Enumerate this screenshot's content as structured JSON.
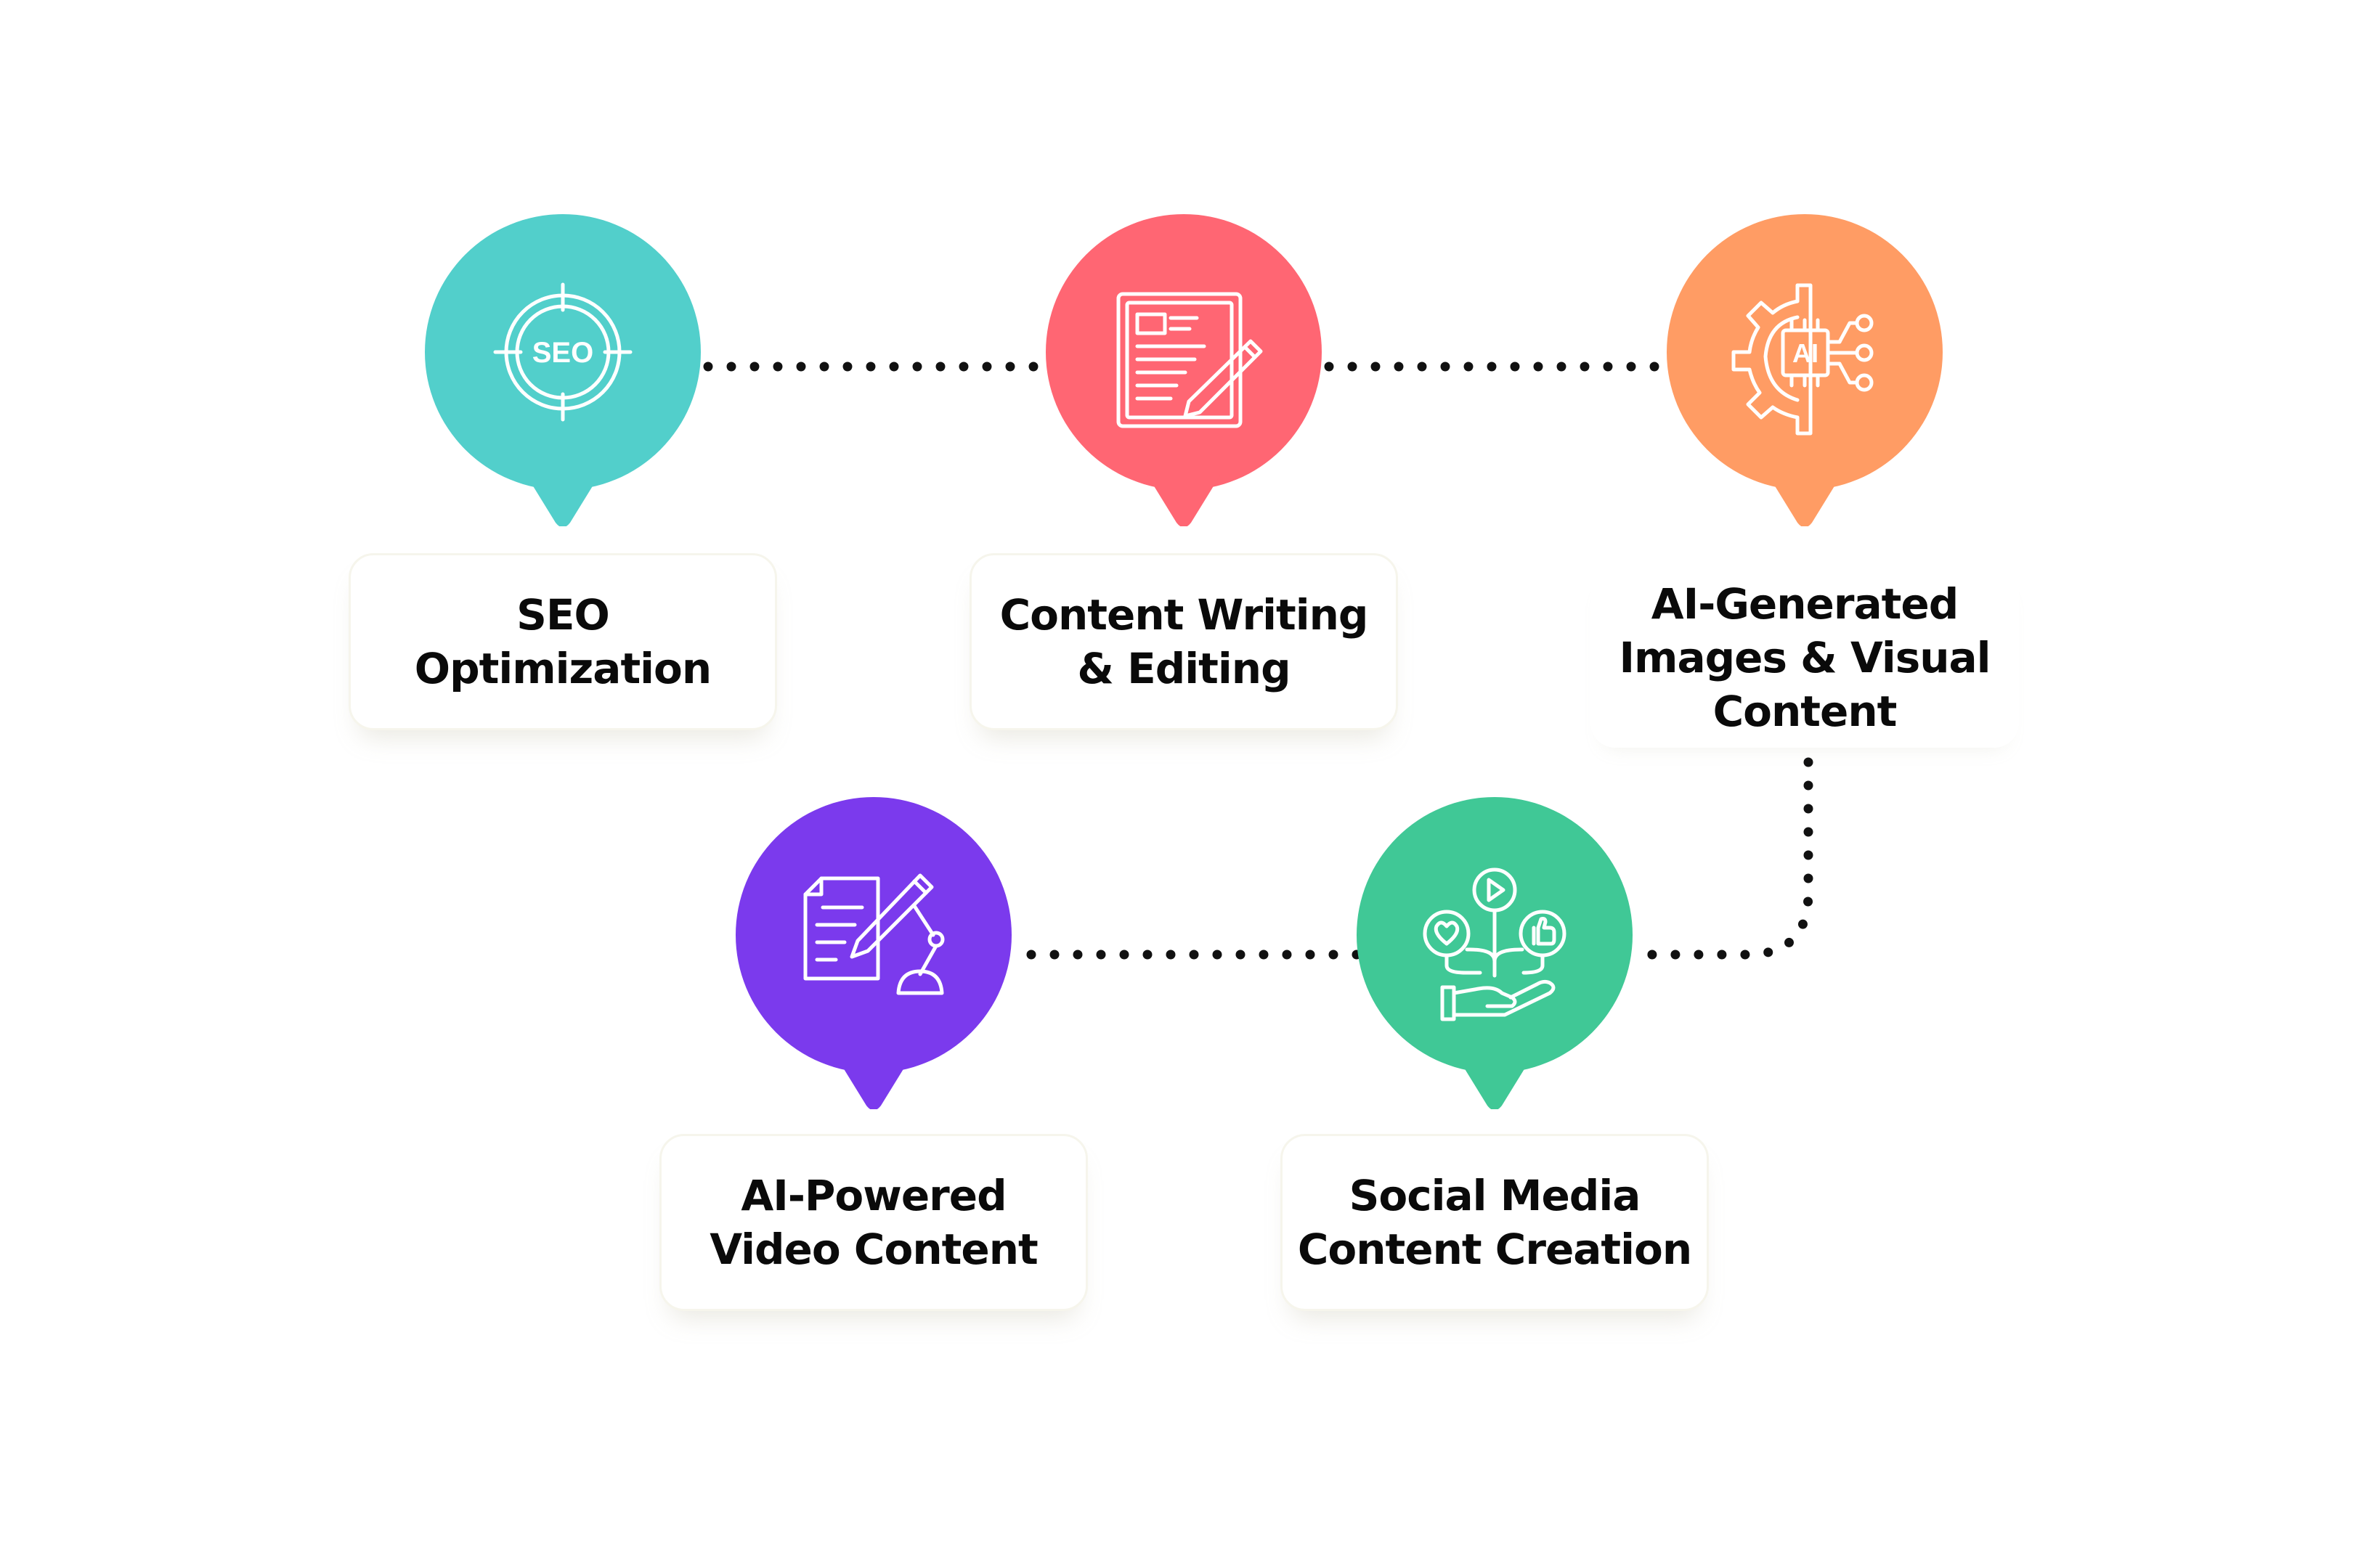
{
  "diagram": {
    "steps": [
      {
        "label": "SEO Optimization",
        "color": "#52cfcb",
        "icon": "seo-target-icon",
        "icon_text": "SEO"
      },
      {
        "label": "Content Writing & Editing",
        "color": "#ff6673",
        "icon": "article-edit-icon"
      },
      {
        "label": "AI-Generated Images & Visual Content",
        "color": "#ff9c64",
        "icon": "ai-gear-icon",
        "icon_text": "AI"
      },
      {
        "label": "Social Media Content Creation",
        "color": "#40c896",
        "icon": "social-media-hand-icon"
      },
      {
        "label": "AI-Powered Video Content",
        "color": "#7b3aed",
        "icon": "document-robot-pen-icon"
      }
    ],
    "connector_color": "#111111"
  }
}
